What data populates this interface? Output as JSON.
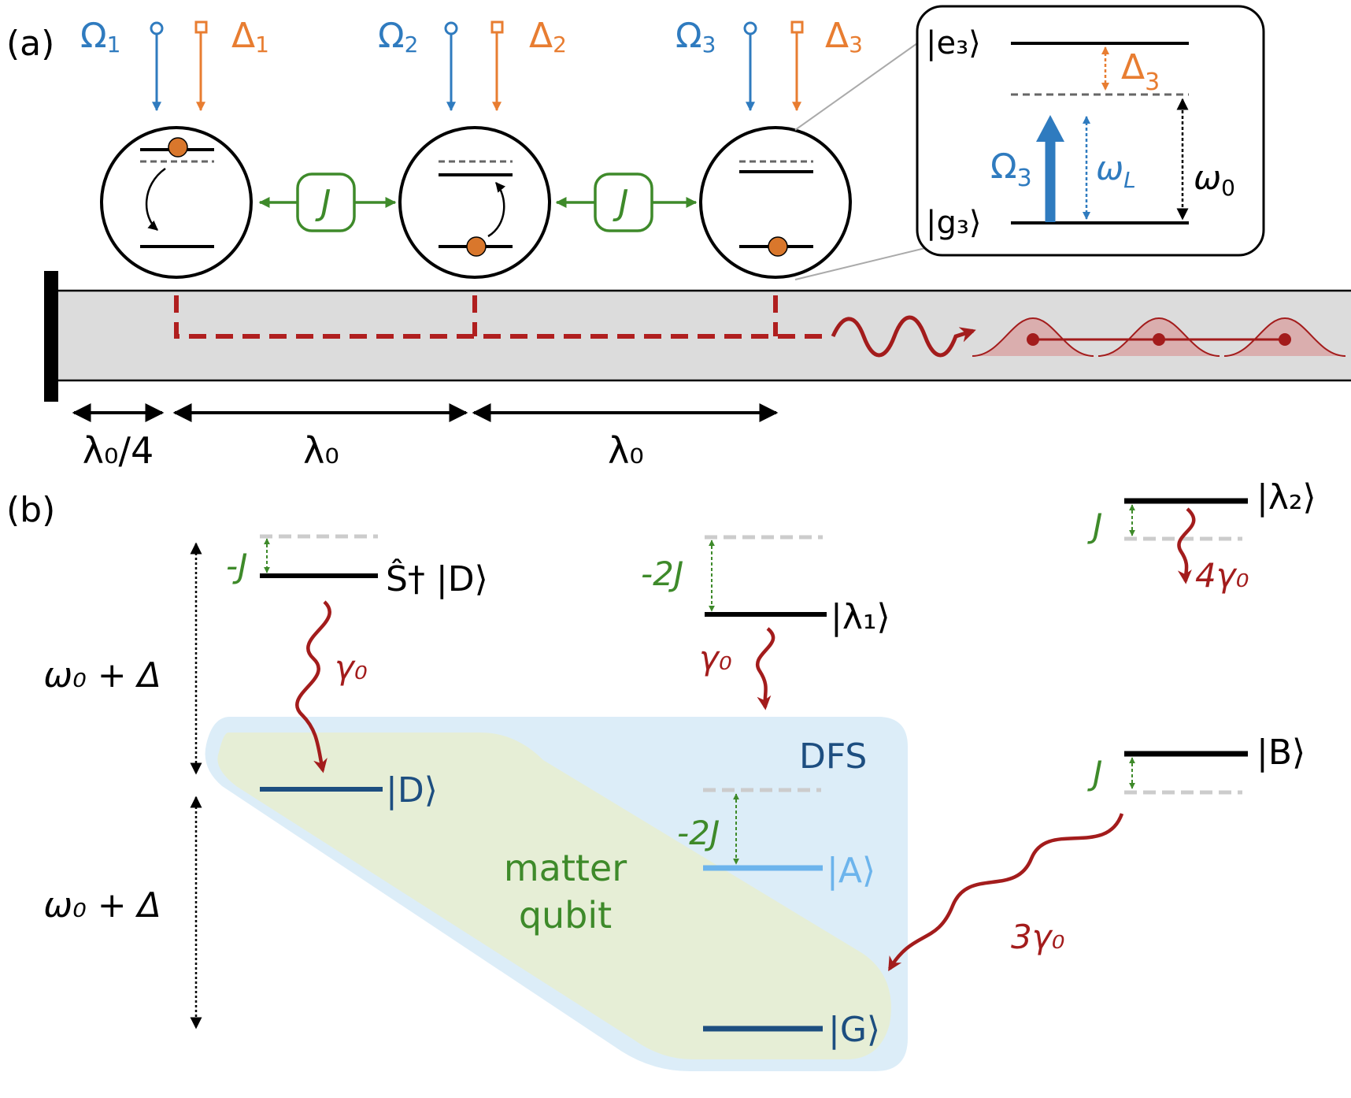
{
  "panel_a": {
    "label": "(a)",
    "drives": [
      {
        "omega": "Ω",
        "omega_sub": "1",
        "delta": "Δ",
        "delta_sub": "1"
      },
      {
        "omega": "Ω",
        "omega_sub": "2",
        "delta": "Δ",
        "delta_sub": "2"
      },
      {
        "omega": "Ω",
        "omega_sub": "3",
        "delta": "Δ",
        "delta_sub": "3"
      }
    ],
    "coupling": [
      "J",
      "J"
    ],
    "inset": {
      "excited": "|e₃⟩",
      "ground": "|g₃⟩",
      "delta": "Δ",
      "delta_sub": "3",
      "omega": "Ω",
      "omega_sub": "3",
      "omega_L": "ω",
      "omega_L_sub": "L",
      "omega_0": "ω",
      "omega_0_sub": "0"
    },
    "spacings": [
      "λ₀/4",
      "λ₀",
      "λ₀"
    ]
  },
  "panel_b": {
    "label": "(b)",
    "energy_labels": [
      "ω₀ + Δ",
      "ω₀ + Δ"
    ],
    "states": {
      "SD": "Ŝ† |D⟩",
      "D": "|D⟩",
      "lambda1": "|λ₁⟩",
      "lambda2": "|λ₂⟩",
      "A": "|A⟩",
      "G": "|G⟩",
      "B": "|B⟩"
    },
    "shifts": {
      "SD": "-J",
      "lambda1": "-2J",
      "A": "-2J",
      "lambda2": "J",
      "B": "J"
    },
    "decays": {
      "SD": "γ₀",
      "lambda1": "γ₀",
      "lambda2": "4γ₀",
      "B": "3γ₀"
    },
    "regions": {
      "dfs": "DFS",
      "matter_line1": "matter",
      "matter_line2": "qubit"
    }
  },
  "colors": {
    "blue": "#2f7bbf",
    "orange": "#e87d31",
    "green": "#3e8a2a",
    "red": "#a31c1c",
    "navy": "#1d4e80",
    "light_blue": "#6cb4ec",
    "dfs_fill": "#dcedf8",
    "matter_fill": "#e6eed6",
    "waveguide": "#dcdcdc",
    "atom_dot": "#d9772c"
  }
}
